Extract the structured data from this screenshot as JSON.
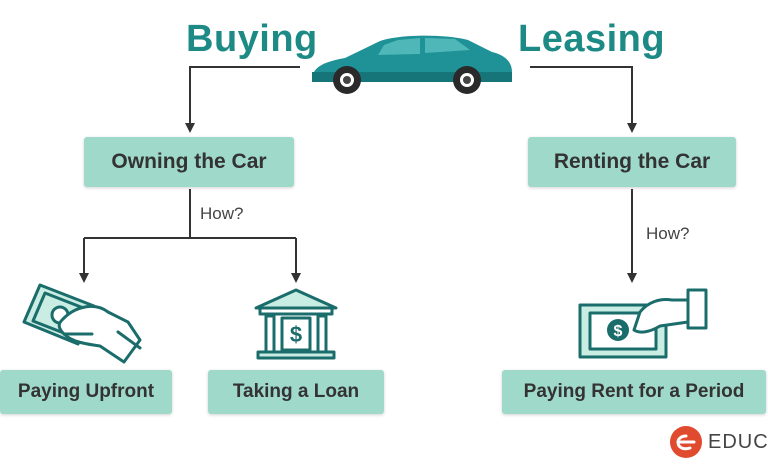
{
  "headings": {
    "buying": "Buying",
    "leasing": "Leasing"
  },
  "boxes": {
    "owning": "Owning the Car",
    "renting": "Renting the Car",
    "paying_upfront": "Paying Upfront",
    "taking_loan": "Taking a Loan",
    "paying_rent": "Paying Rent for a Period"
  },
  "labels": {
    "how_left": "How?",
    "how_right": "How?"
  },
  "logo": {
    "text": "EDUC"
  },
  "icons": [
    "car-icon",
    "cash-hand-icon",
    "bank-icon",
    "money-hand-icon",
    "educba-logo-icon"
  ],
  "colors": {
    "accent": "#1e8a86",
    "box": "#9fd9c9",
    "car": "#1e9296",
    "logo": "#e04a2f"
  }
}
